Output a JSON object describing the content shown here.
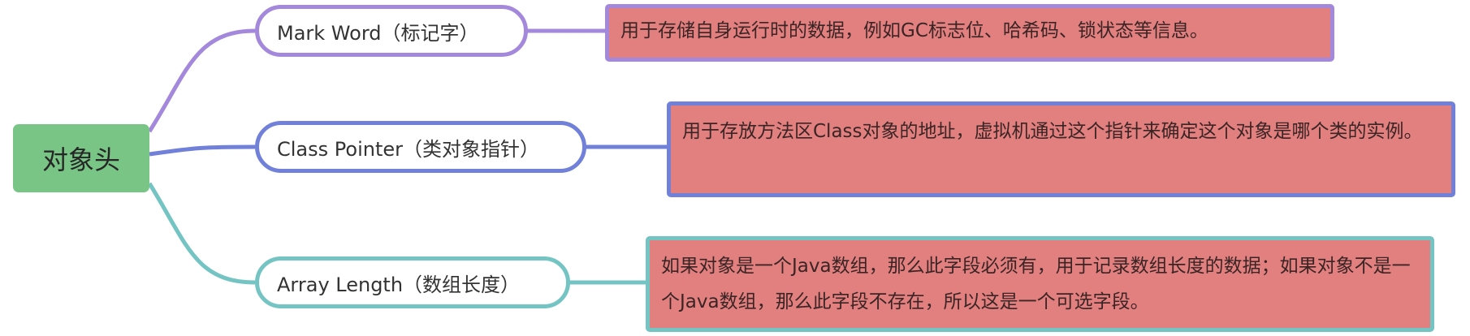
{
  "diagram": {
    "root": {
      "label": "对象头",
      "color": "#78c585"
    },
    "branches": [
      {
        "id": "mark-word",
        "label": "Mark Word（标记字）",
        "color": "#a388dc",
        "note": "用于存储自身运行时的数据，例如GC标志位、哈希码、锁状态等信息。"
      },
      {
        "id": "class-pointer",
        "label": "Class Pointer（类对象指针）",
        "color": "#7180d8",
        "note": "用于存放方法区Class对象的地址，虚拟机通过这个指针来确定这个对象是哪个类的实例。"
      },
      {
        "id": "array-length",
        "label": "Array Length（数组长度）",
        "color": "#74c4c3",
        "note": "如果对象是一个Java数组，那么此字段必须有，用于记录数组长度的数据；如果对象不是一个Java数组，那么此字段不存在，所以这是一个可选字段。"
      }
    ],
    "note_fill": "#e28080"
  }
}
